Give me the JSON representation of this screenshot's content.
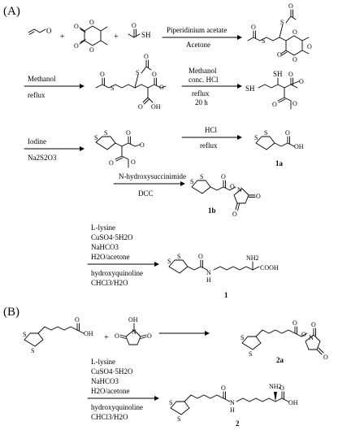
{
  "panel_a": {
    "label": "(A)",
    "steps": [
      {
        "conditions_above": [
          "Piperidinium acetate"
        ],
        "conditions_below": [
          "Acetone"
        ]
      },
      {
        "conditions_above": [
          "Methanol"
        ],
        "conditions_below": [
          "reflux"
        ]
      },
      {
        "conditions_above": [
          "Methanol",
          "conc. HCl"
        ],
        "conditions_below": [
          "reflux",
          "20 h"
        ]
      },
      {
        "conditions_above": [
          "Iodine"
        ],
        "conditions_below": [
          "Na2S2O3"
        ]
      },
      {
        "conditions_above": [
          "HCl"
        ],
        "conditions_below": [
          "reflux"
        ]
      },
      {
        "conditions_above": [
          "N-hydroxysuccinimide"
        ],
        "conditions_below": [
          "DCC"
        ]
      },
      {
        "conditions_above": [
          "L-lysine",
          "CuSO4·5H2O",
          "NaHCO3",
          "H2O/acetone"
        ],
        "conditions_below": [
          "hydroxyquinoline",
          "CHCl3/H2O"
        ]
      }
    ],
    "compounds": {
      "c1a": "1a",
      "c1b": "1b",
      "c1": "1"
    }
  },
  "panel_b": {
    "label": "(B)",
    "plus": "+",
    "steps": [
      {
        "conditions_above": [
          "L-lysine",
          "CuSO4·5H2O",
          "NaHCO3",
          "H2O/acetone"
        ],
        "conditions_below": [
          "hydroxyquinoline",
          "CHCl3/H2O"
        ]
      }
    ],
    "compounds": {
      "c2a": "2a",
      "c2": "2"
    }
  },
  "atoms": {
    "O": "O",
    "OH": "OH",
    "SH": "SH",
    "S": "S",
    "N": "N",
    "H": "H",
    "NH2": "NH2",
    "COOH": "COOH",
    "plus": "+"
  }
}
